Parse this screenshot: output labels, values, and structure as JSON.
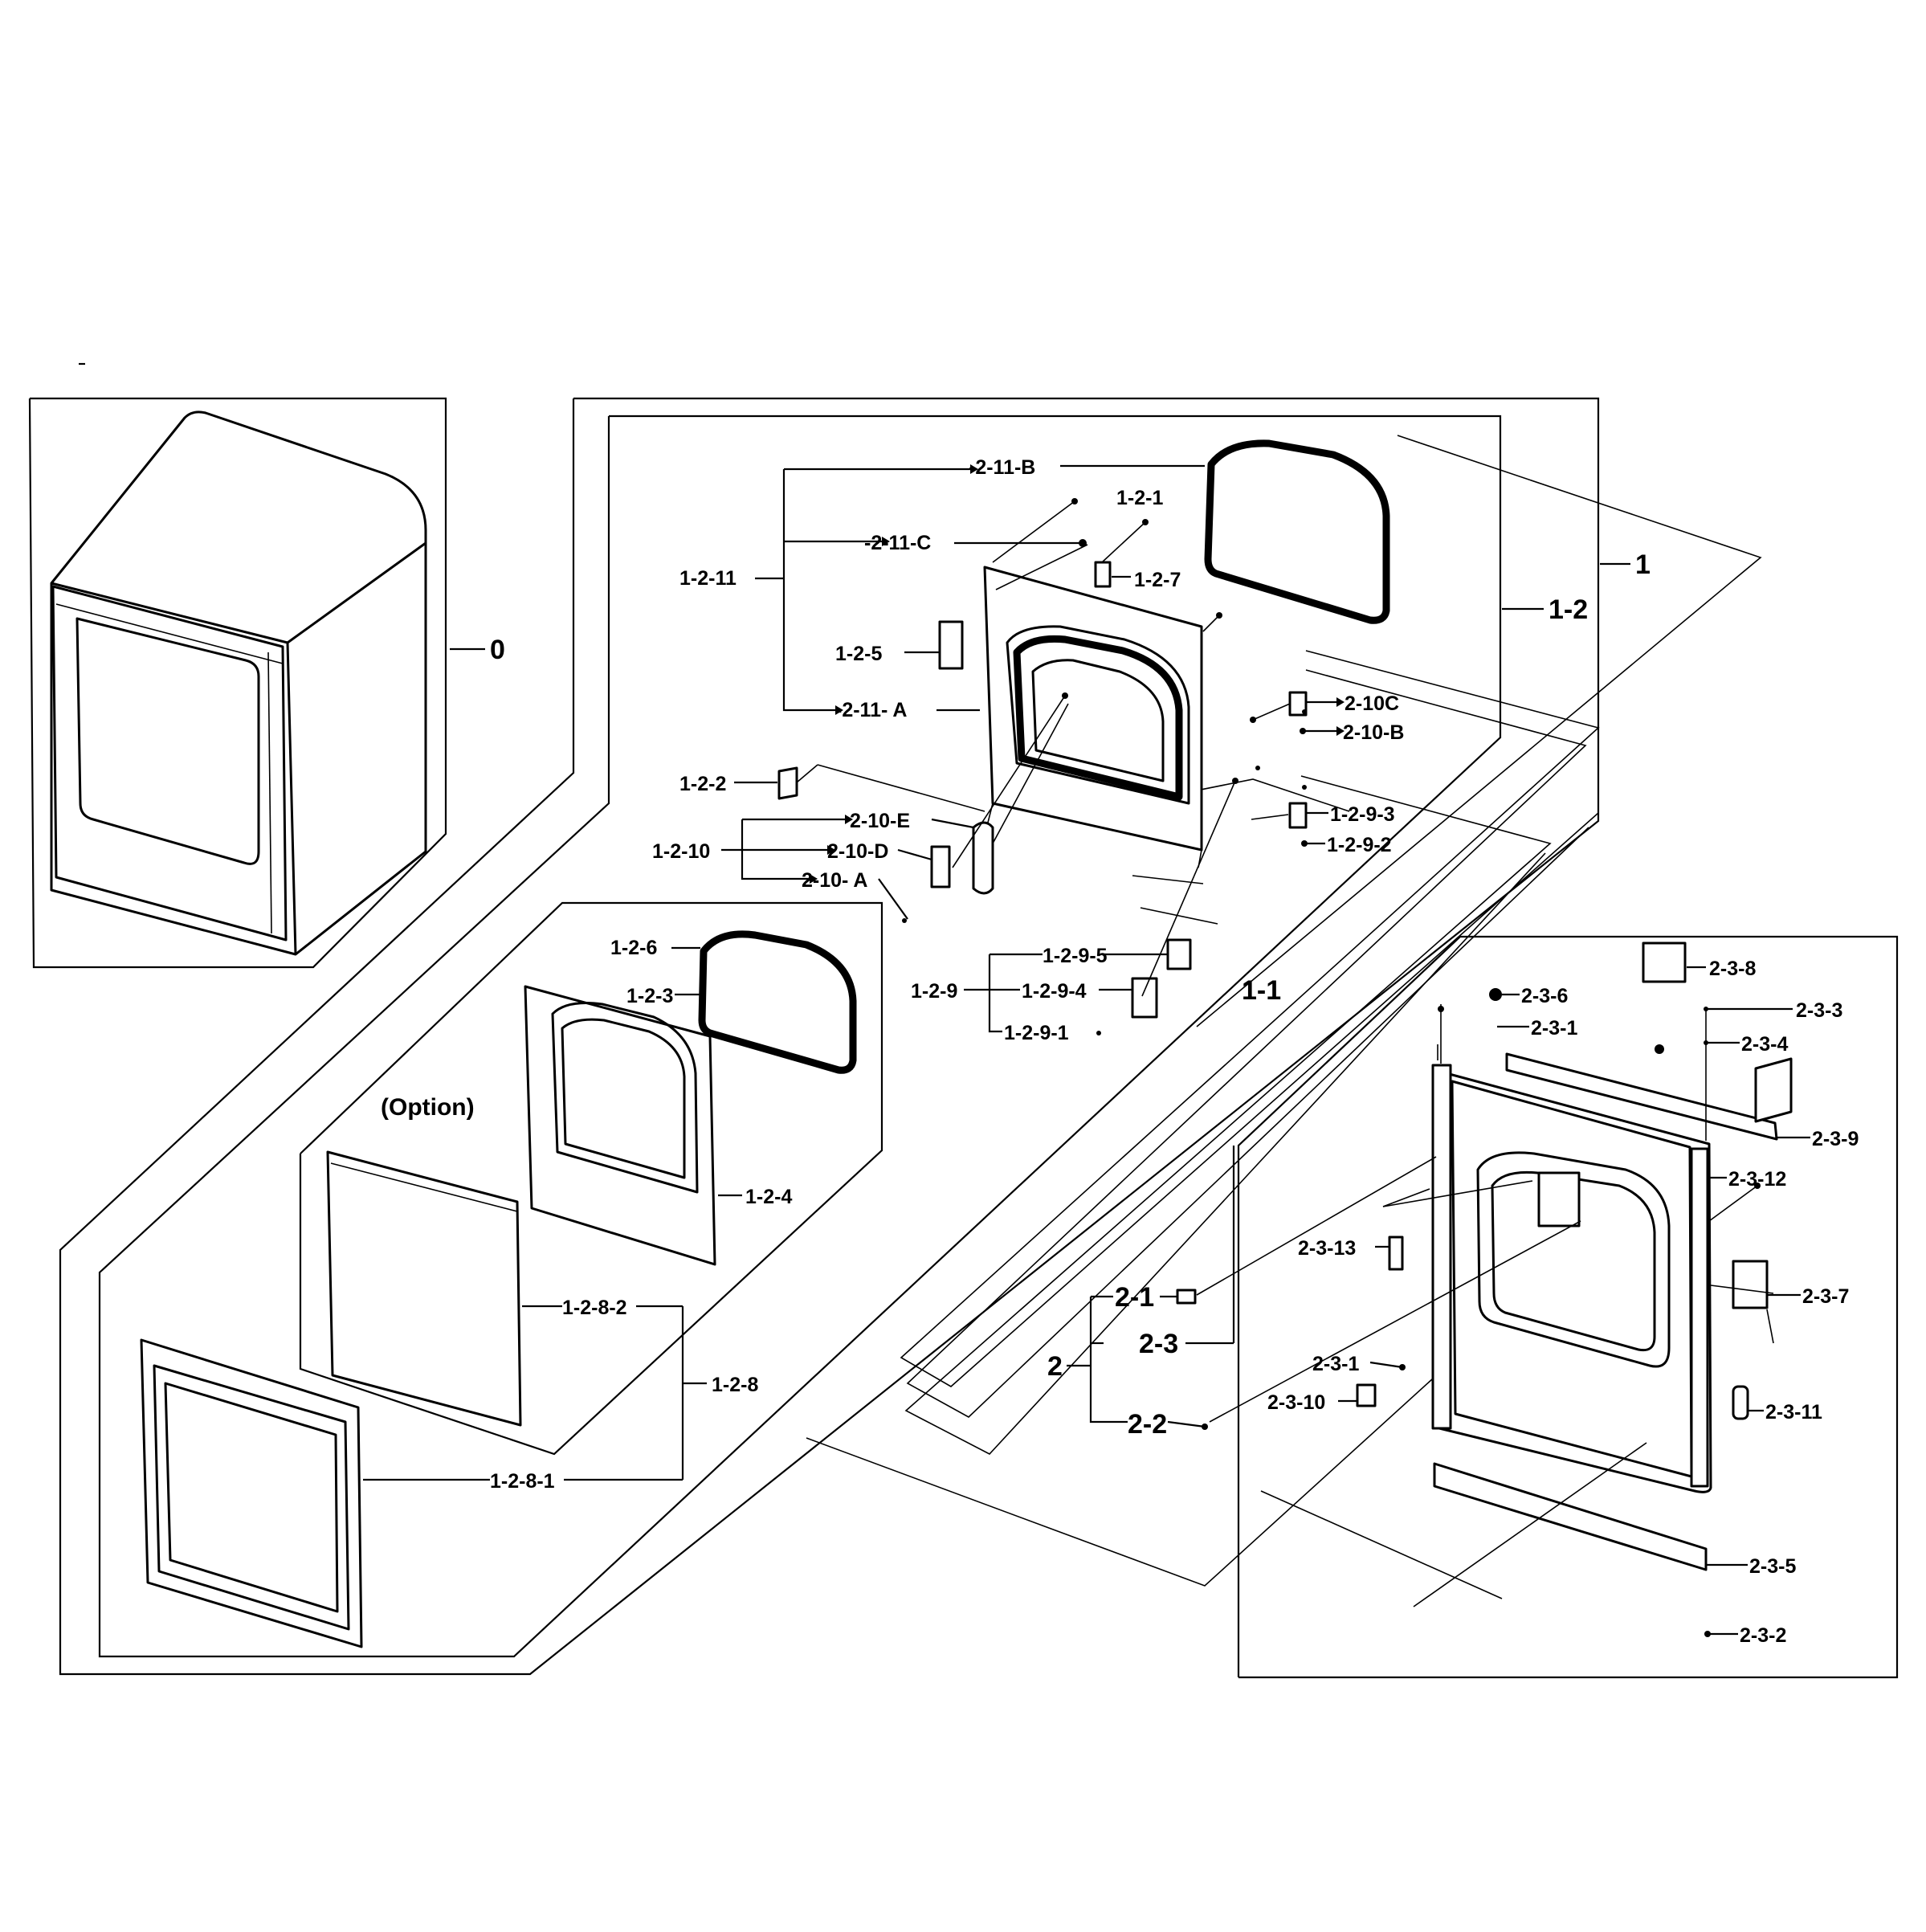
{
  "labels": {
    "l0": "0",
    "l1": "1",
    "l1_1": "1-1",
    "l1_2": "1-2",
    "l1_2_1": "1-2-1",
    "l1_2_2": "1-2-2",
    "l1_2_3": "1-2-3",
    "l1_2_4": "1-2-4",
    "l1_2_5": "1-2-5",
    "l1_2_6": "1-2-6",
    "l1_2_7": "1-2-7",
    "l1_2_8": "1-2-8",
    "l1_2_8_1": "1-2-8-1",
    "l1_2_8_2": "1-2-8-2",
    "l1_2_9": "1-2-9",
    "l1_2_9_1": "1-2-9-1",
    "l1_2_9_2": "1-2-9-2",
    "l1_2_9_3": "1-2-9-3",
    "l1_2_9_4": "1-2-9-4",
    "l1_2_9_5": "1-2-9-5",
    "l1_2_10": "1-2-10",
    "l1_2_11": "1-2-11",
    "l2_10_a": "2-10- A",
    "l2_10_b": "2-10-B",
    "l2_10_c": "2-10C",
    "l2_10_d": "2-10-D",
    "l2_10_e": "2-10-E",
    "l2_11_a": "-2-11- A",
    "l2_11_b": "-2-11-B",
    "l2_11_c": "-2-11-C",
    "option": "(Option)",
    "l2": "2",
    "l2_1": "2-1",
    "l2_2": "2-2",
    "l2_3": "2-3",
    "l2_3_1a": "2-3-1",
    "l2_3_1b": "2-3-1",
    "l2_3_2": "2-3-2",
    "l2_3_3": "2-3-3",
    "l2_3_4": "2-3-4",
    "l2_3_5": "2-3-5",
    "l2_3_6": "2-3-6",
    "l2_3_7": "2-3-7",
    "l2_3_8": "2-3-8",
    "l2_3_9": "2-3-9",
    "l2_3_10": "2-3-10",
    "l2_3_11": "2-3-11",
    "l2_3_12": "2-3-12",
    "l2_3_13": "2-3-13"
  }
}
